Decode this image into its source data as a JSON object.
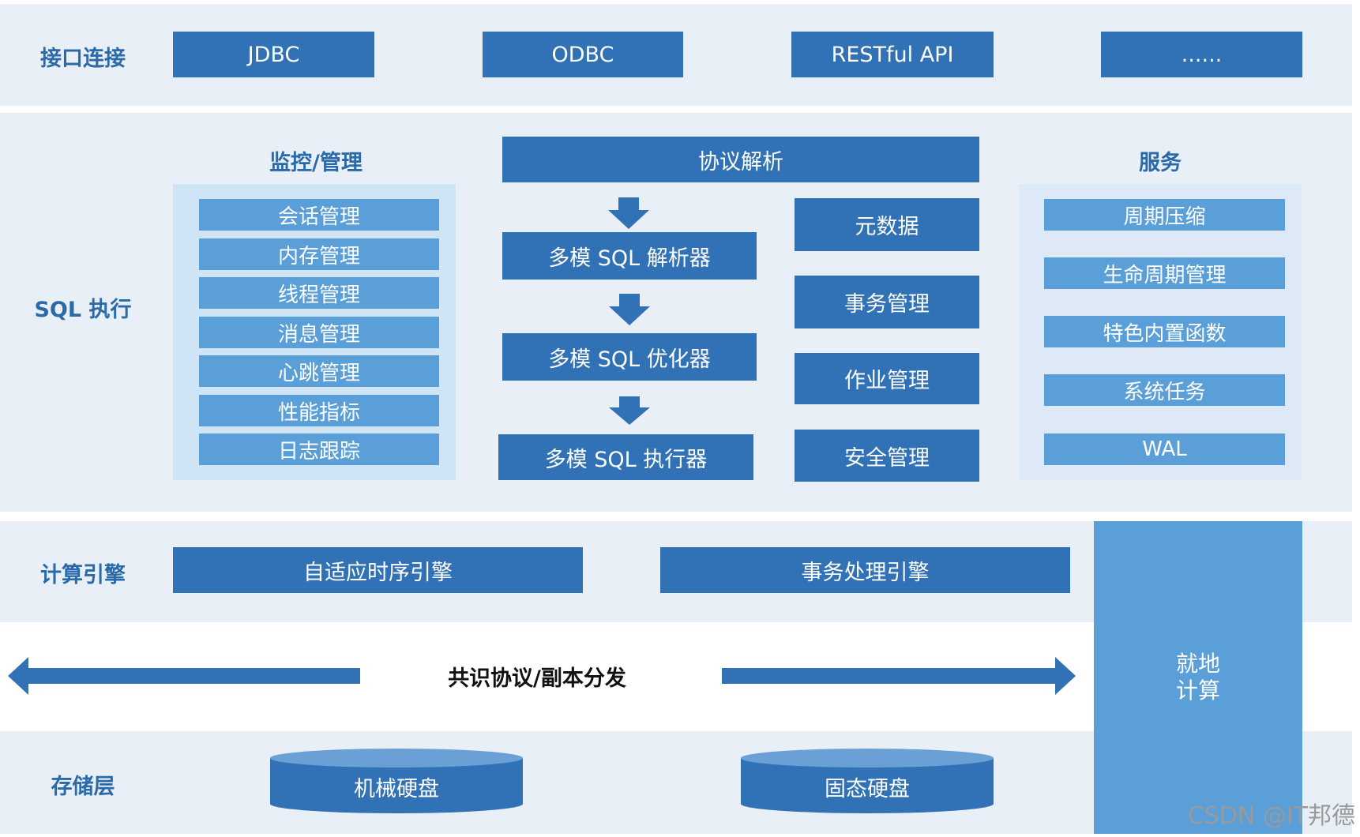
{
  "layers": {
    "interface": {
      "label": "接口连接",
      "items": [
        "JDBC",
        "ODBC",
        "RESTful API",
        "......"
      ]
    },
    "sql": {
      "label": "SQL 执行",
      "monitor": {
        "title": "监控/管理",
        "items": [
          "会话管理",
          "内存管理",
          "线程管理",
          "消息管理",
          "心跳管理",
          "性能指标",
          "日志跟踪"
        ]
      },
      "protocol_parse": "协议解析",
      "pipeline": [
        "多模 SQL 解析器",
        "多模 SQL 优化器",
        "多模 SQL 执行器"
      ],
      "middle_column": [
        "元数据",
        "事务管理",
        "作业管理",
        "安全管理"
      ],
      "service": {
        "title": "服务",
        "items": [
          "周期压缩",
          "生命周期管理",
          "特色内置函数",
          "系统任务",
          "WAL"
        ]
      }
    },
    "compute": {
      "label": "计算引擎",
      "items": [
        "自适应时序引擎",
        "事务处理引擎"
      ]
    },
    "consensus": {
      "label": "共识协议/副本分发"
    },
    "storage": {
      "label": "存储层",
      "items": [
        "机械硬盘",
        "固态硬盘"
      ]
    },
    "local_compute": {
      "line1": "就地",
      "line2": "计算"
    }
  },
  "watermark": "CSDN @IT邦德",
  "colors": {
    "dark_blue": "#3171b5",
    "light_blue": "#5a9fd8",
    "band_bg": "#e9eff7",
    "panel_bg": "#cfe4f4",
    "label_blue": "#2b6aa8"
  }
}
